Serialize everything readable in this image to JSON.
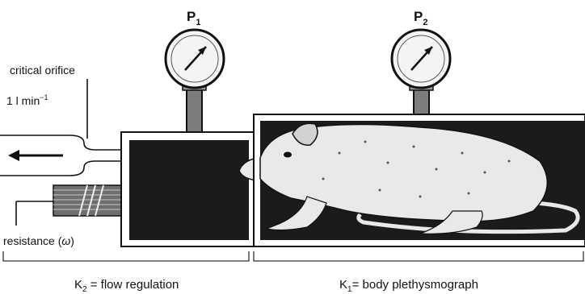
{
  "gauges": {
    "p1_label": "P",
    "p1_sub": "1",
    "p2_label": "P",
    "p2_sub": "2"
  },
  "labels": {
    "critical_orifice": "critical orifice",
    "flow_rate": "1 l min",
    "flow_rate_exp": "−1",
    "resistance_text": "resistance (",
    "resistance_symbol": "ω",
    "resistance_close": ")"
  },
  "captions": {
    "k2_main": "K",
    "k2_sub": "2",
    "k2_text": " = flow regulation",
    "k1_main": "K",
    "k1_sub": "1",
    "k1_text": "= body plethysmograph"
  },
  "colors": {
    "chamber_interior": "#1b1b1b",
    "rat_body": "#e9e9e9",
    "gauge_stem": "#7d7d7d"
  }
}
